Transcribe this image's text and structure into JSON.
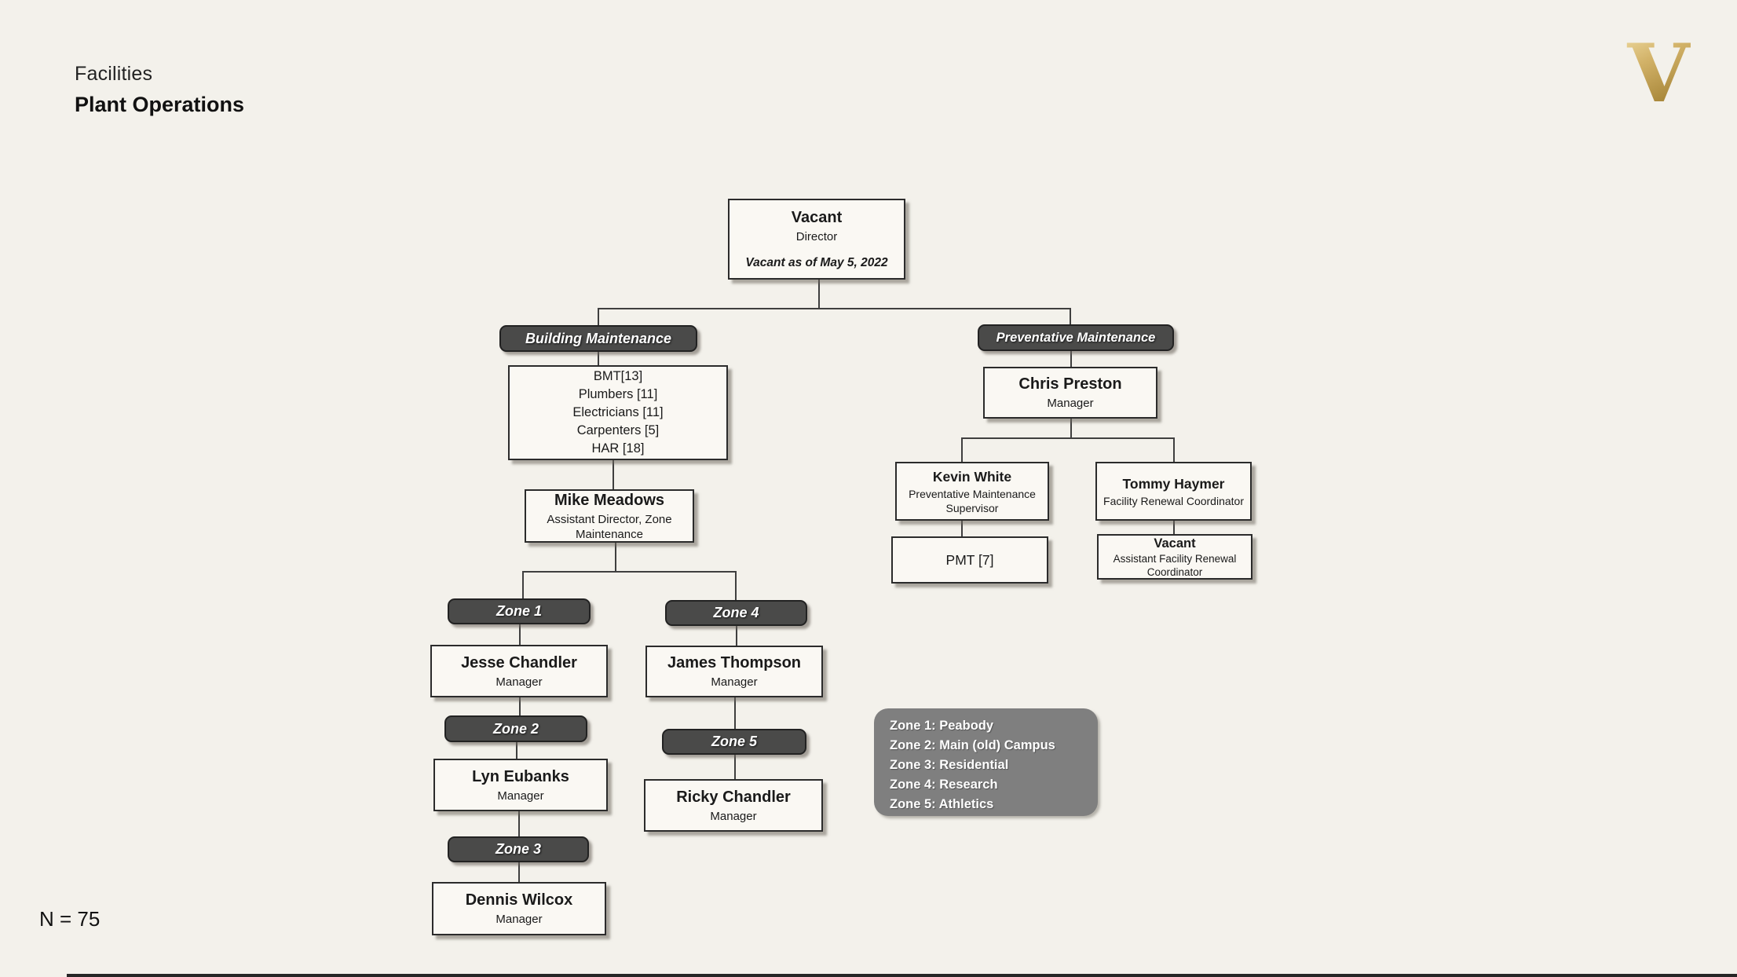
{
  "header": {
    "department": "Facilities",
    "title": "Plant Operations"
  },
  "logo": {
    "letter": "V"
  },
  "footer": {
    "headcount": "N = 75"
  },
  "branches": {
    "building": {
      "label": "Building Maintenance"
    },
    "preventative": {
      "label": "Preventative Maintenance"
    }
  },
  "nodes": {
    "director": {
      "name": "Vacant",
      "title": "Director",
      "note": "Vacant as of May 5, 2022"
    },
    "staff_groups": {
      "lines": [
        "BMT[13]",
        "Plumbers [11]",
        "Electricians [11]",
        "Carpenters [5]",
        "HAR [18]"
      ]
    },
    "assistant_director": {
      "name": "Mike Meadows",
      "title": "Assistant Director, Zone Maintenance"
    },
    "zone1": {
      "label": "Zone 1",
      "manager_name": "Jesse Chandler",
      "manager_title": "Manager"
    },
    "zone2": {
      "label": "Zone 2",
      "manager_name": "Lyn Eubanks",
      "manager_title": "Manager"
    },
    "zone3": {
      "label": "Zone 3",
      "manager_name": "Dennis Wilcox",
      "manager_title": "Manager"
    },
    "zone4": {
      "label": "Zone 4",
      "manager_name": "James Thompson",
      "manager_title": "Manager"
    },
    "zone5": {
      "label": "Zone 5",
      "manager_name": "Ricky Chandler",
      "manager_title": "Manager"
    },
    "pm_manager": {
      "name": "Chris Preston",
      "title": "Manager"
    },
    "pm_supervisor": {
      "name": "Kevin White",
      "title": "Preventative Maintenance Supervisor"
    },
    "facility_renewal_coordinator": {
      "name": "Tommy Haymer",
      "title": "Facility Renewal Coordinator"
    },
    "pmt": {
      "label": "PMT [7]"
    },
    "assistant_renewal_coordinator": {
      "name": "Vacant",
      "title": "Assistant Facility Renewal Coordinator"
    }
  },
  "legend": {
    "lines": [
      "Zone 1: Peabody",
      "Zone 2: Main (old) Campus",
      "Zone 3: Residential",
      "Zone 4: Research",
      "Zone 5: Athletics"
    ]
  },
  "colors": {
    "background": "#f3f1eb",
    "box_fill": "#faf8f3",
    "box_border": "#2b2b2b",
    "pill_fill": "#4a4a49",
    "legend_fill": "#7f7f7f",
    "connector": "#3f3f3f",
    "logo_gold_light": "#ecd79c",
    "logo_gold_dark": "#8f7330"
  }
}
